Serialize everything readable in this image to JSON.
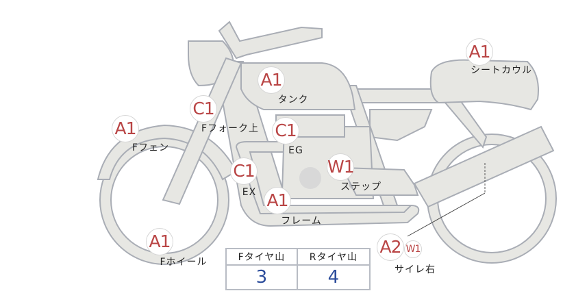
{
  "colors": {
    "damage_code": "#b94545",
    "tire_value": "#2b4c9b",
    "part_fill": "#e7e7e3",
    "part_stroke": "#a9adb5"
  },
  "parts": [
    {
      "code": "A1",
      "label": "シートカウル"
    },
    {
      "code": "A1",
      "label": "タンク"
    },
    {
      "code": "C1",
      "label": "Fフォーク上"
    },
    {
      "code": "A1",
      "label": "Fフェン"
    },
    {
      "code": "C1",
      "label": "EG"
    },
    {
      "code": "W1",
      "label": "ステップ"
    },
    {
      "code": "C1",
      "label": "EX"
    },
    {
      "code": "A1",
      "label": "フレーム"
    },
    {
      "code": "A1",
      "label": "Fホイール"
    },
    {
      "code": "A2",
      "code2": "W1",
      "label": "サイレ右"
    }
  ],
  "tire_table": {
    "headers": [
      "Fタイヤ山",
      "Rタイヤ山"
    ],
    "values": [
      "3",
      "4"
    ]
  }
}
